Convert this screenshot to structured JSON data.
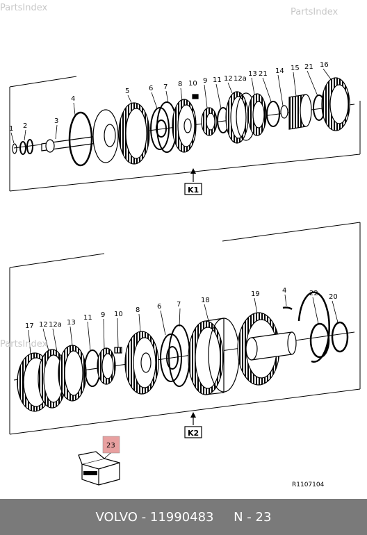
{
  "watermarks": [
    "PartsIndex",
    "PartsIndex",
    "PartsIndex"
  ],
  "group1": {
    "box_label": "K1",
    "callouts": [
      "1",
      "2",
      "3",
      "4",
      "5",
      "6",
      "7",
      "8",
      "10",
      "9",
      "11",
      "12",
      "12a",
      "13",
      "21",
      "14",
      "15",
      "21",
      "16"
    ]
  },
  "group2": {
    "box_label": "K2",
    "callouts": [
      "17",
      "12",
      "12a",
      "13",
      "11",
      "9",
      "10",
      "8",
      "6",
      "7",
      "18",
      "19",
      "4",
      "22",
      "20"
    ]
  },
  "kit": {
    "label": "23"
  },
  "drawing_ref": "R1107104",
  "footer": {
    "brand": "VOLVO",
    "part_number": "11990483",
    "position": "N - 23"
  },
  "colors": {
    "footer_bg": "#7a7a7a",
    "kit_highlight": "#e8a0a0",
    "line": "#000000"
  }
}
